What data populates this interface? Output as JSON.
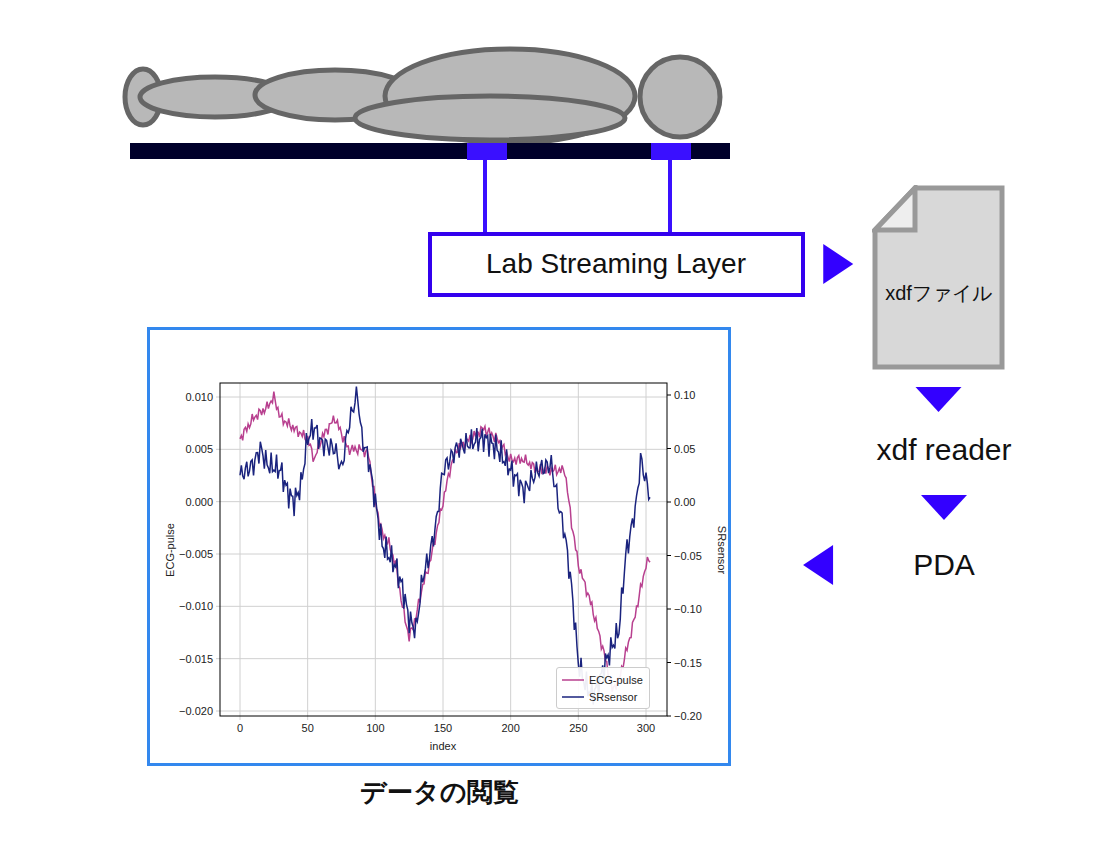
{
  "diagram": {
    "caption": "データの閲覧",
    "nodes": [
      {
        "text": [
          "Lab Streaming Layer"
        ]
      },
      {
        "text": [
          "xdfファイル"
        ]
      },
      {
        "text": [
          "xdf reader"
        ]
      },
      {
        "text": [
          "PDA"
        ]
      },
      {
        "text": [
          "データの閲覧"
        ]
      }
    ],
    "edges": [
      {
        "from": 0,
        "to": 1,
        "arrow": "to"
      },
      {
        "from": 1,
        "to": 2,
        "arrow": "to"
      },
      {
        "from": 2,
        "to": 3,
        "arrow": "to"
      },
      {
        "from": 3,
        "to": 4,
        "arrow": "to"
      }
    ],
    "labels": [
      "0.010",
      "0.005",
      "0.000",
      "−0.005",
      "−0.010",
      "−0.015",
      "−0.020",
      "0.10",
      "0.05",
      "0.00",
      "−0.05",
      "−0.10",
      "−0.15",
      "−0.20",
      "0",
      "50",
      "100",
      "150",
      "200",
      "250",
      "300",
      "index",
      "ECG-pulse",
      "SRsensor"
    ],
    "legend": [
      {
        "text": "ECG-pulse"
      },
      {
        "text": "SRsensor"
      }
    ]
  }
}
